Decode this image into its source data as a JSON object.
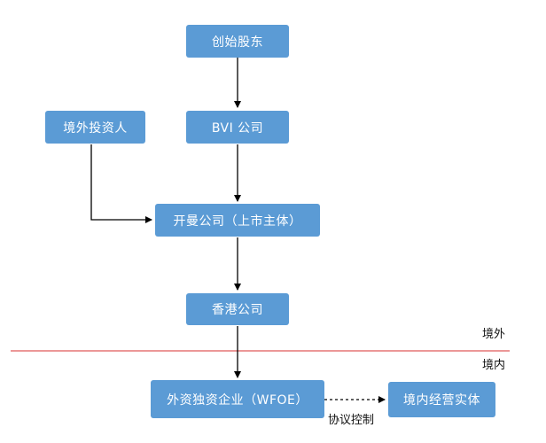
{
  "colors": {
    "node_fill": "#5b9bd5",
    "node_text": "#ffffff",
    "edge": "#000000",
    "border_line": "#e05a5a"
  },
  "nodes": {
    "founders": "创始股东",
    "bvi": "BVI 公司",
    "foreign_investors": "境外投资人",
    "kaiman": "开曼公司（上市主体）",
    "hongkong": "香港公司",
    "wfoe": "外资独资企业（WFOE）",
    "domestic_entity": "境内经营实体"
  },
  "labels": {
    "offshore": "境外",
    "onshore": "境内",
    "vie_control": "协议控制"
  }
}
